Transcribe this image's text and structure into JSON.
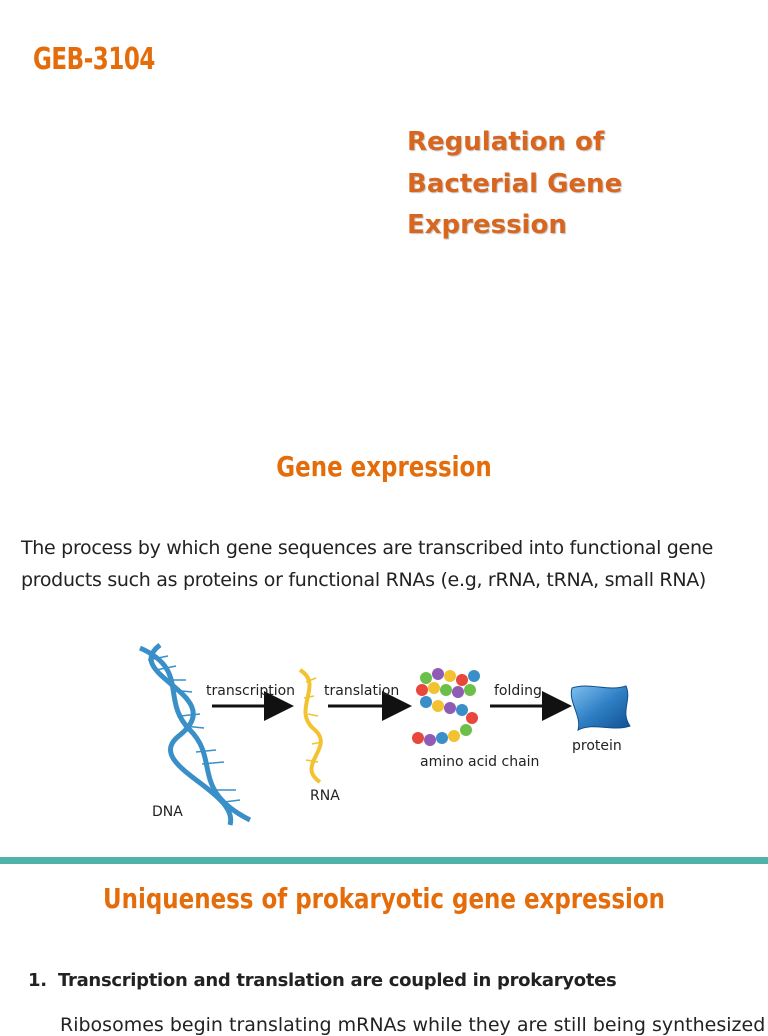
{
  "slide1": {
    "course_code": "GEB-3104",
    "title_lines": [
      "Regulation of",
      "Bacterial Gene",
      "Expression"
    ]
  },
  "slide2": {
    "title": "Gene expression",
    "definition": "The process by which gene sequences are transcribed into functional gene products such as proteins or functional RNAs (e.g, rRNA, tRNA, small RNA)",
    "diagram": {
      "labels": {
        "dna": "DNA",
        "transcription": "transcription",
        "rna": "RNA",
        "translation": "translation",
        "amino_acid_chain": "amino acid chain",
        "folding": "folding",
        "protein": "protein"
      }
    }
  },
  "slide3": {
    "title": "Uniqueness of prokaryotic gene expression",
    "point_number": "1.",
    "point_text": "Transcription and translation are coupled in prokaryotes",
    "cutoff_text": "Ribosomes begin translating mRNAs while they are still being synthesized"
  },
  "colors": {
    "accent_orange": "#e46c0a",
    "divider_teal": "#4fb3aa",
    "dna_blue": "#3a8fc9",
    "rna_yellow": "#f2c230"
  }
}
